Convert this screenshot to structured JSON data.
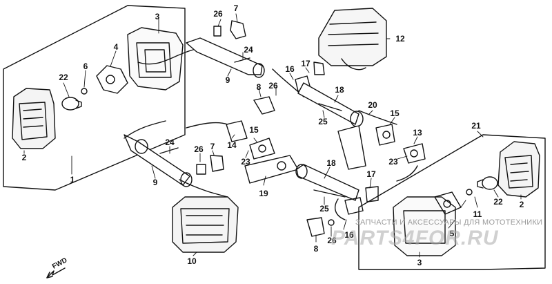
{
  "diagram": {
    "part_numbers": [
      "1",
      "2",
      "3",
      "4",
      "5",
      "6",
      "7",
      "8",
      "9",
      "10",
      "11",
      "12",
      "13",
      "14",
      "15",
      "16",
      "17",
      "18",
      "19",
      "20",
      "21",
      "22",
      "23",
      "24",
      "25",
      "26"
    ],
    "direction_label": "FWD",
    "watermark": {
      "line1": "ЗАПЧАСТИ И АКСЕССУАРЫ ДЛЯ МОТОТЕХНИКИ",
      "line2": "PARTS4FOR.RU"
    }
  }
}
